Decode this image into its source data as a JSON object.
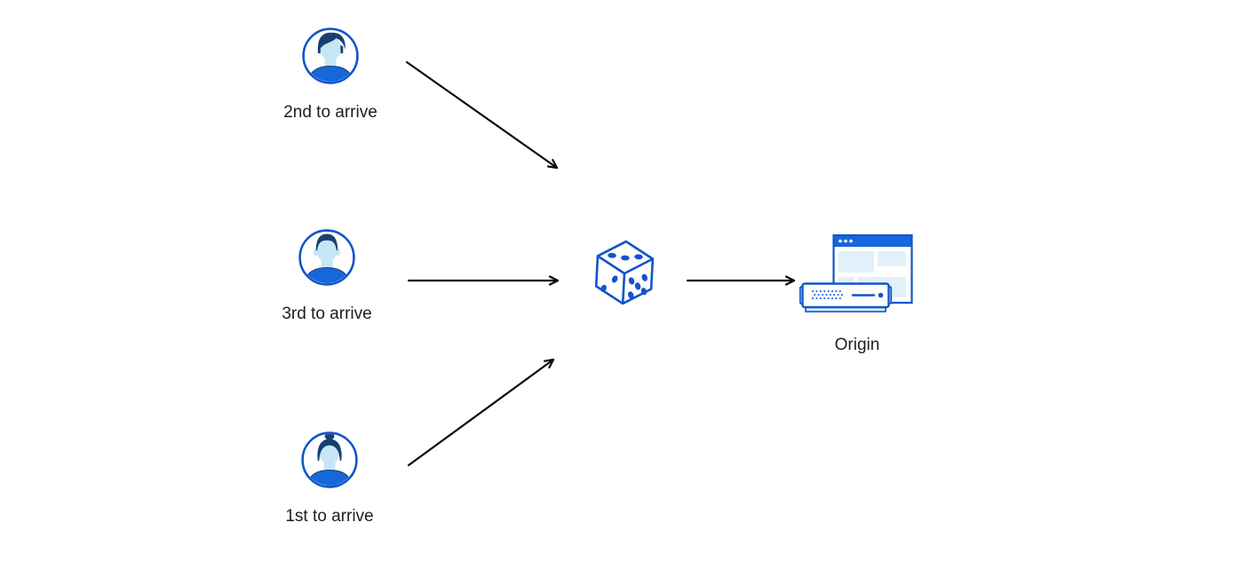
{
  "colors": {
    "accent_blue": "#1254CB",
    "titlebar_blue": "#1668DC",
    "shirt_blue": "#1667D9",
    "hair_navy": "#17406F",
    "face_blue": "#C6E6F6",
    "panel_blue": "#E3F0FA",
    "server_base_blue": "#D2E9F8",
    "arrow_color": "#0A0A0A",
    "label_color": "#1D1D1F",
    "background": "#FFFFFF"
  },
  "diagram": {
    "clients": [
      {
        "label": "2nd to arrive",
        "avatar": "man-swept-hair"
      },
      {
        "label": "3rd to arrive",
        "avatar": "man-short-hair"
      },
      {
        "label": "1st to arrive",
        "avatar": "woman-hair-bun"
      }
    ],
    "load_balancer": {
      "icon": "dice-icon",
      "pips": {
        "top_face": 3,
        "left_face": 2,
        "right_face": 5
      }
    },
    "origin": {
      "label": "Origin",
      "icon": "browser-window-server-icon"
    }
  }
}
